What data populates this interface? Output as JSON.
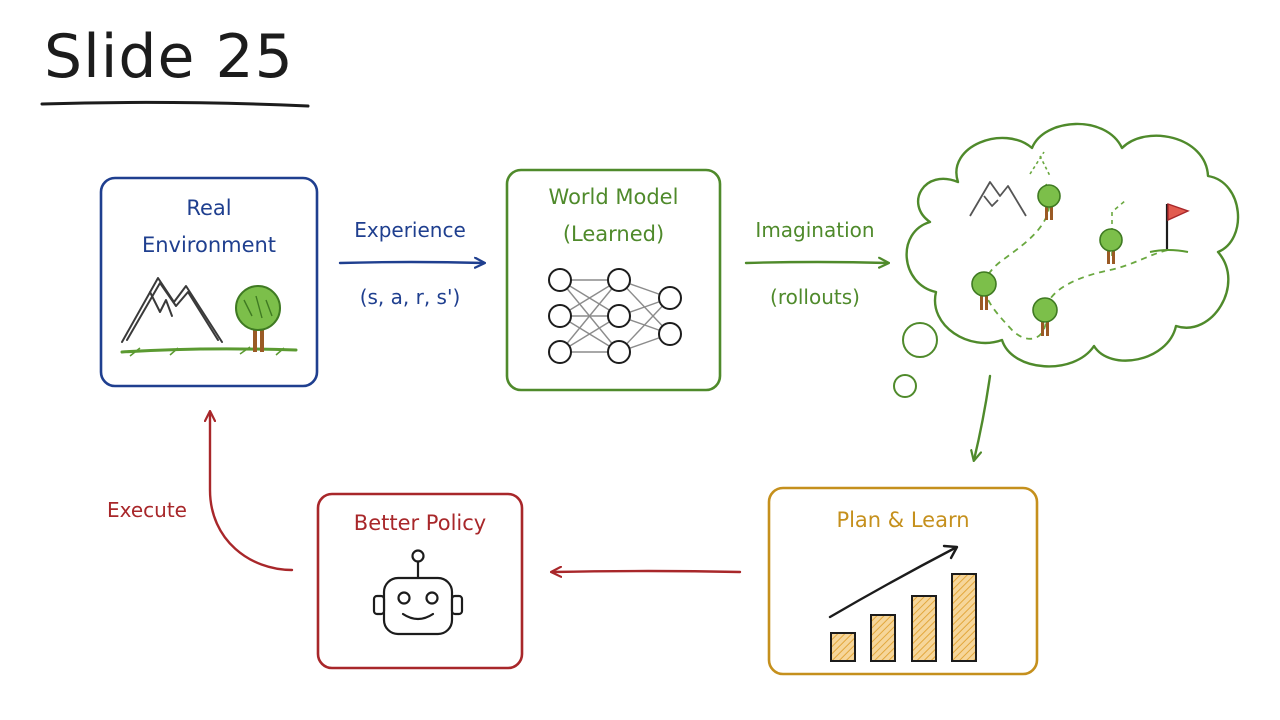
{
  "slide": {
    "title": "Slide 25"
  },
  "nodes": {
    "real_env": {
      "line1": "Real",
      "line2": "Environment"
    },
    "world_model": {
      "line1": "World Model",
      "line2": "(Learned)"
    },
    "plan_learn": {
      "label": "Plan & Learn"
    },
    "better_policy": {
      "label": "Better Policy"
    }
  },
  "edges": {
    "experience": {
      "label": "Experience",
      "sublabel": "(s, a, r, s')"
    },
    "imagination": {
      "label": "Imagination",
      "sublabel": "(rollouts)"
    },
    "execute": {
      "label": "Execute"
    }
  },
  "colors": {
    "real_env": "#1f3f8f",
    "world_model": "#4f8a2b",
    "plan_learn": "#c5901d",
    "better_policy": "#a8272a",
    "ink": "#1c1c1c"
  },
  "icons": {
    "real_env": [
      "mountain-icon",
      "tree-icon"
    ],
    "world_model": [
      "neural-network-icon"
    ],
    "imagination": [
      "thought-cloud-icon",
      "mountain-icon",
      "tree-icon",
      "flag-icon"
    ],
    "plan_learn": [
      "bar-chart-icon",
      "trend-arrow-icon"
    ],
    "better_policy": [
      "robot-icon"
    ]
  }
}
